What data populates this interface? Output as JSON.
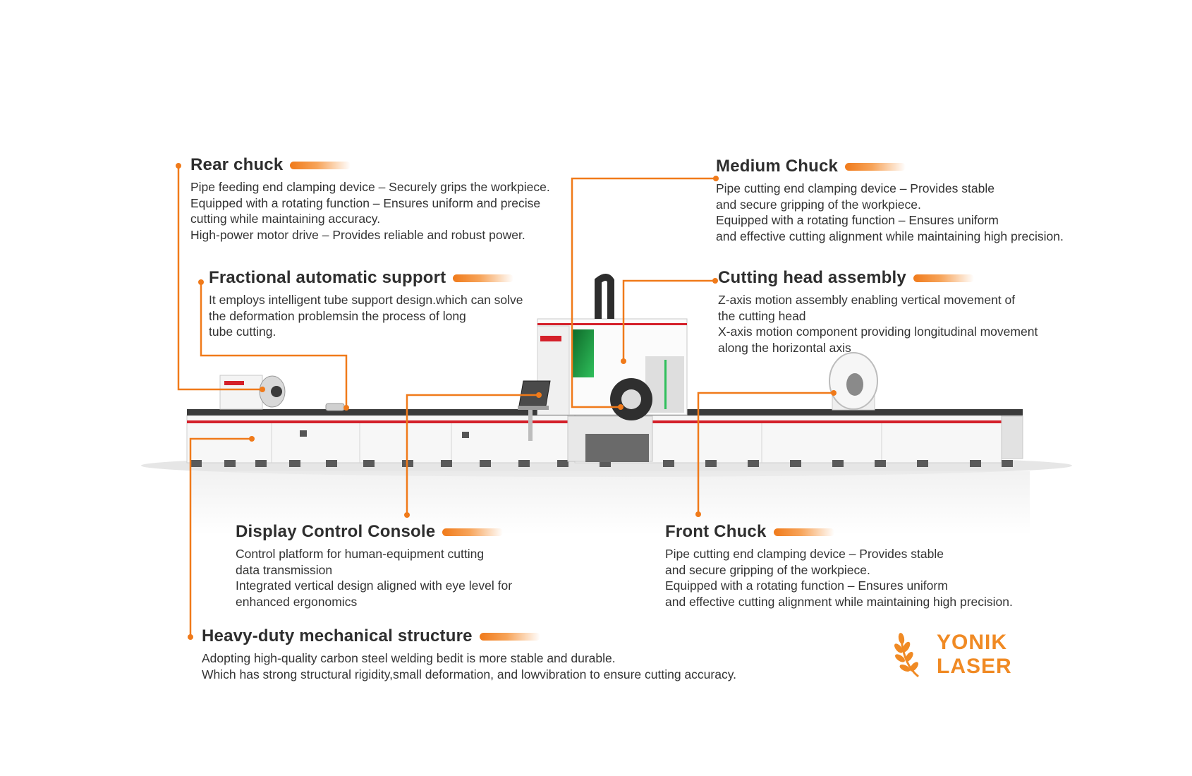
{
  "accent_color": "#f07a1a",
  "line_color": "#f07a1a",
  "callouts": [
    {
      "id": "rear-chuck",
      "title": "Rear chuck",
      "lines": [
        "Pipe feeding end clamping device – Securely grips the workpiece.",
        "Equipped with a rotating function – Ensures uniform and precise",
        "cutting while maintaining accuracy.",
        "High-power motor drive – Provides reliable and robust power."
      ]
    },
    {
      "id": "fractional-support",
      "title": "Fractional automatic support",
      "lines": [
        "It employs intelligent tube support design.which can solve",
        "the deformation problemsin the process of long",
        "tube cutting."
      ]
    },
    {
      "id": "medium-chuck",
      "title": "Medium Chuck",
      "lines": [
        "Pipe cutting end clamping device – Provides stable",
        "and secure gripping of the workpiece.",
        "Equipped with a rotating function – Ensures uniform",
        "and effective cutting alignment while maintaining high precision."
      ]
    },
    {
      "id": "cutting-head",
      "title": "Cutting head assembly",
      "lines": [
        "Z-axis motion assembly enabling vertical movement of",
        "the cutting head",
        "X-axis motion component providing longitudinal movement",
        "along the horizontal axis"
      ]
    },
    {
      "id": "display-console",
      "title": "Display Control Console",
      "lines": [
        "Control platform for human-equipment cutting",
        "data transmission",
        "Integrated vertical design aligned with eye level for",
        "enhanced ergonomics"
      ]
    },
    {
      "id": "front-chuck",
      "title": "Front Chuck",
      "lines": [
        "Pipe cutting end clamping device – Provides stable",
        "and secure gripping of the workpiece.",
        "Equipped with a rotating function – Ensures uniform",
        "and effective cutting alignment while maintaining high precision."
      ]
    },
    {
      "id": "heavy-duty",
      "title": "Heavy-duty mechanical structure",
      "lines": [
        "Adopting high-quality carbon steel welding bedit is more stable and durable.",
        "Which has strong structural rigidity,small deformation, and lowvibration to ensure cutting accuracy."
      ]
    }
  ],
  "logo": {
    "line1": "YONIK",
    "line2": "LASER",
    "color": "#f08a24",
    "icon": "wheat-laurel-icon"
  }
}
